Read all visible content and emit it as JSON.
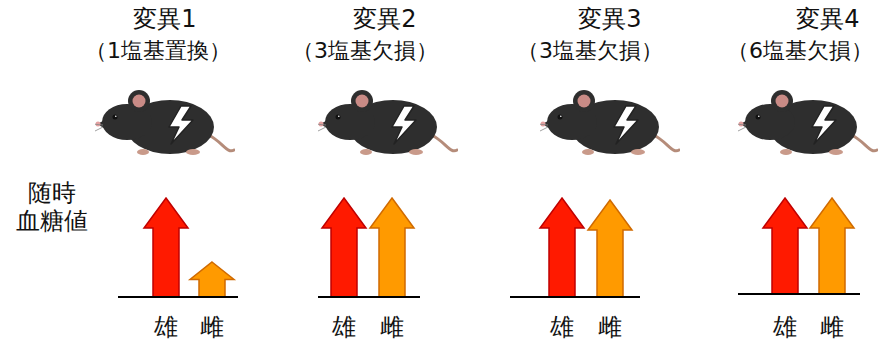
{
  "diagram": {
    "labels": [
      "変異1",
      "（1塩基置換）",
      "変異2",
      "（3塩基欠損）",
      "変異3",
      "（3塩基欠損）",
      "変異4",
      "（6塩基欠損）",
      "随時 血糖値",
      "雄",
      "雌",
      "雄",
      "雌",
      "雄",
      "雌",
      "雄",
      "雌"
    ]
  }
}
